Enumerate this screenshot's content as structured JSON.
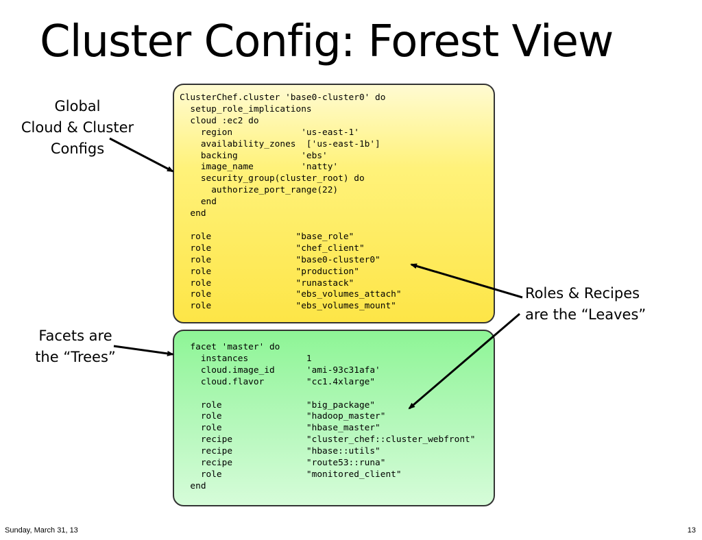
{
  "slide": {
    "title": "Cluster Config: Forest View",
    "labels": {
      "global": [
        "Global",
        "Cloud & Cluster",
        "Configs"
      ],
      "facets": [
        "Facets are",
        "the “Trees”"
      ],
      "roles": [
        "Roles & Recipes",
        "are the “Leaves”"
      ]
    },
    "cluster_code": "ClusterChef.cluster 'base0-cluster0' do\n  setup_role_implications\n  cloud :ec2 do\n    region             'us-east-1'\n    availability_zones  ['us-east-1b']\n    backing            'ebs'\n    image_name         'natty'\n    security_group(cluster_root) do\n      authorize_port_range(22)\n    end\n  end\n\n  role                \"base_role\"\n  role                \"chef_client\"\n  role                \"base0-cluster0\"\n  role                \"production\"\n  role                \"runastack\"\n  role                \"ebs_volumes_attach\"\n  role                \"ebs_volumes_mount\"",
    "facet_code": "  facet 'master' do\n    instances           1\n    cloud.image_id      'ami-93c31afa'\n    cloud.flavor        \"cc1.4xlarge\"\n\n    role                \"big_package\"\n    role                \"hadoop_master\"\n    role                \"hbase_master\"\n    recipe              \"cluster_chef::cluster_webfront\"\n    recipe              \"hbase::utils\"\n    recipe              \"route53::runa\"\n    role                \"monitored_client\"\n  end",
    "footer": {
      "date": "Sunday, March 31, 13",
      "page": "13"
    }
  }
}
